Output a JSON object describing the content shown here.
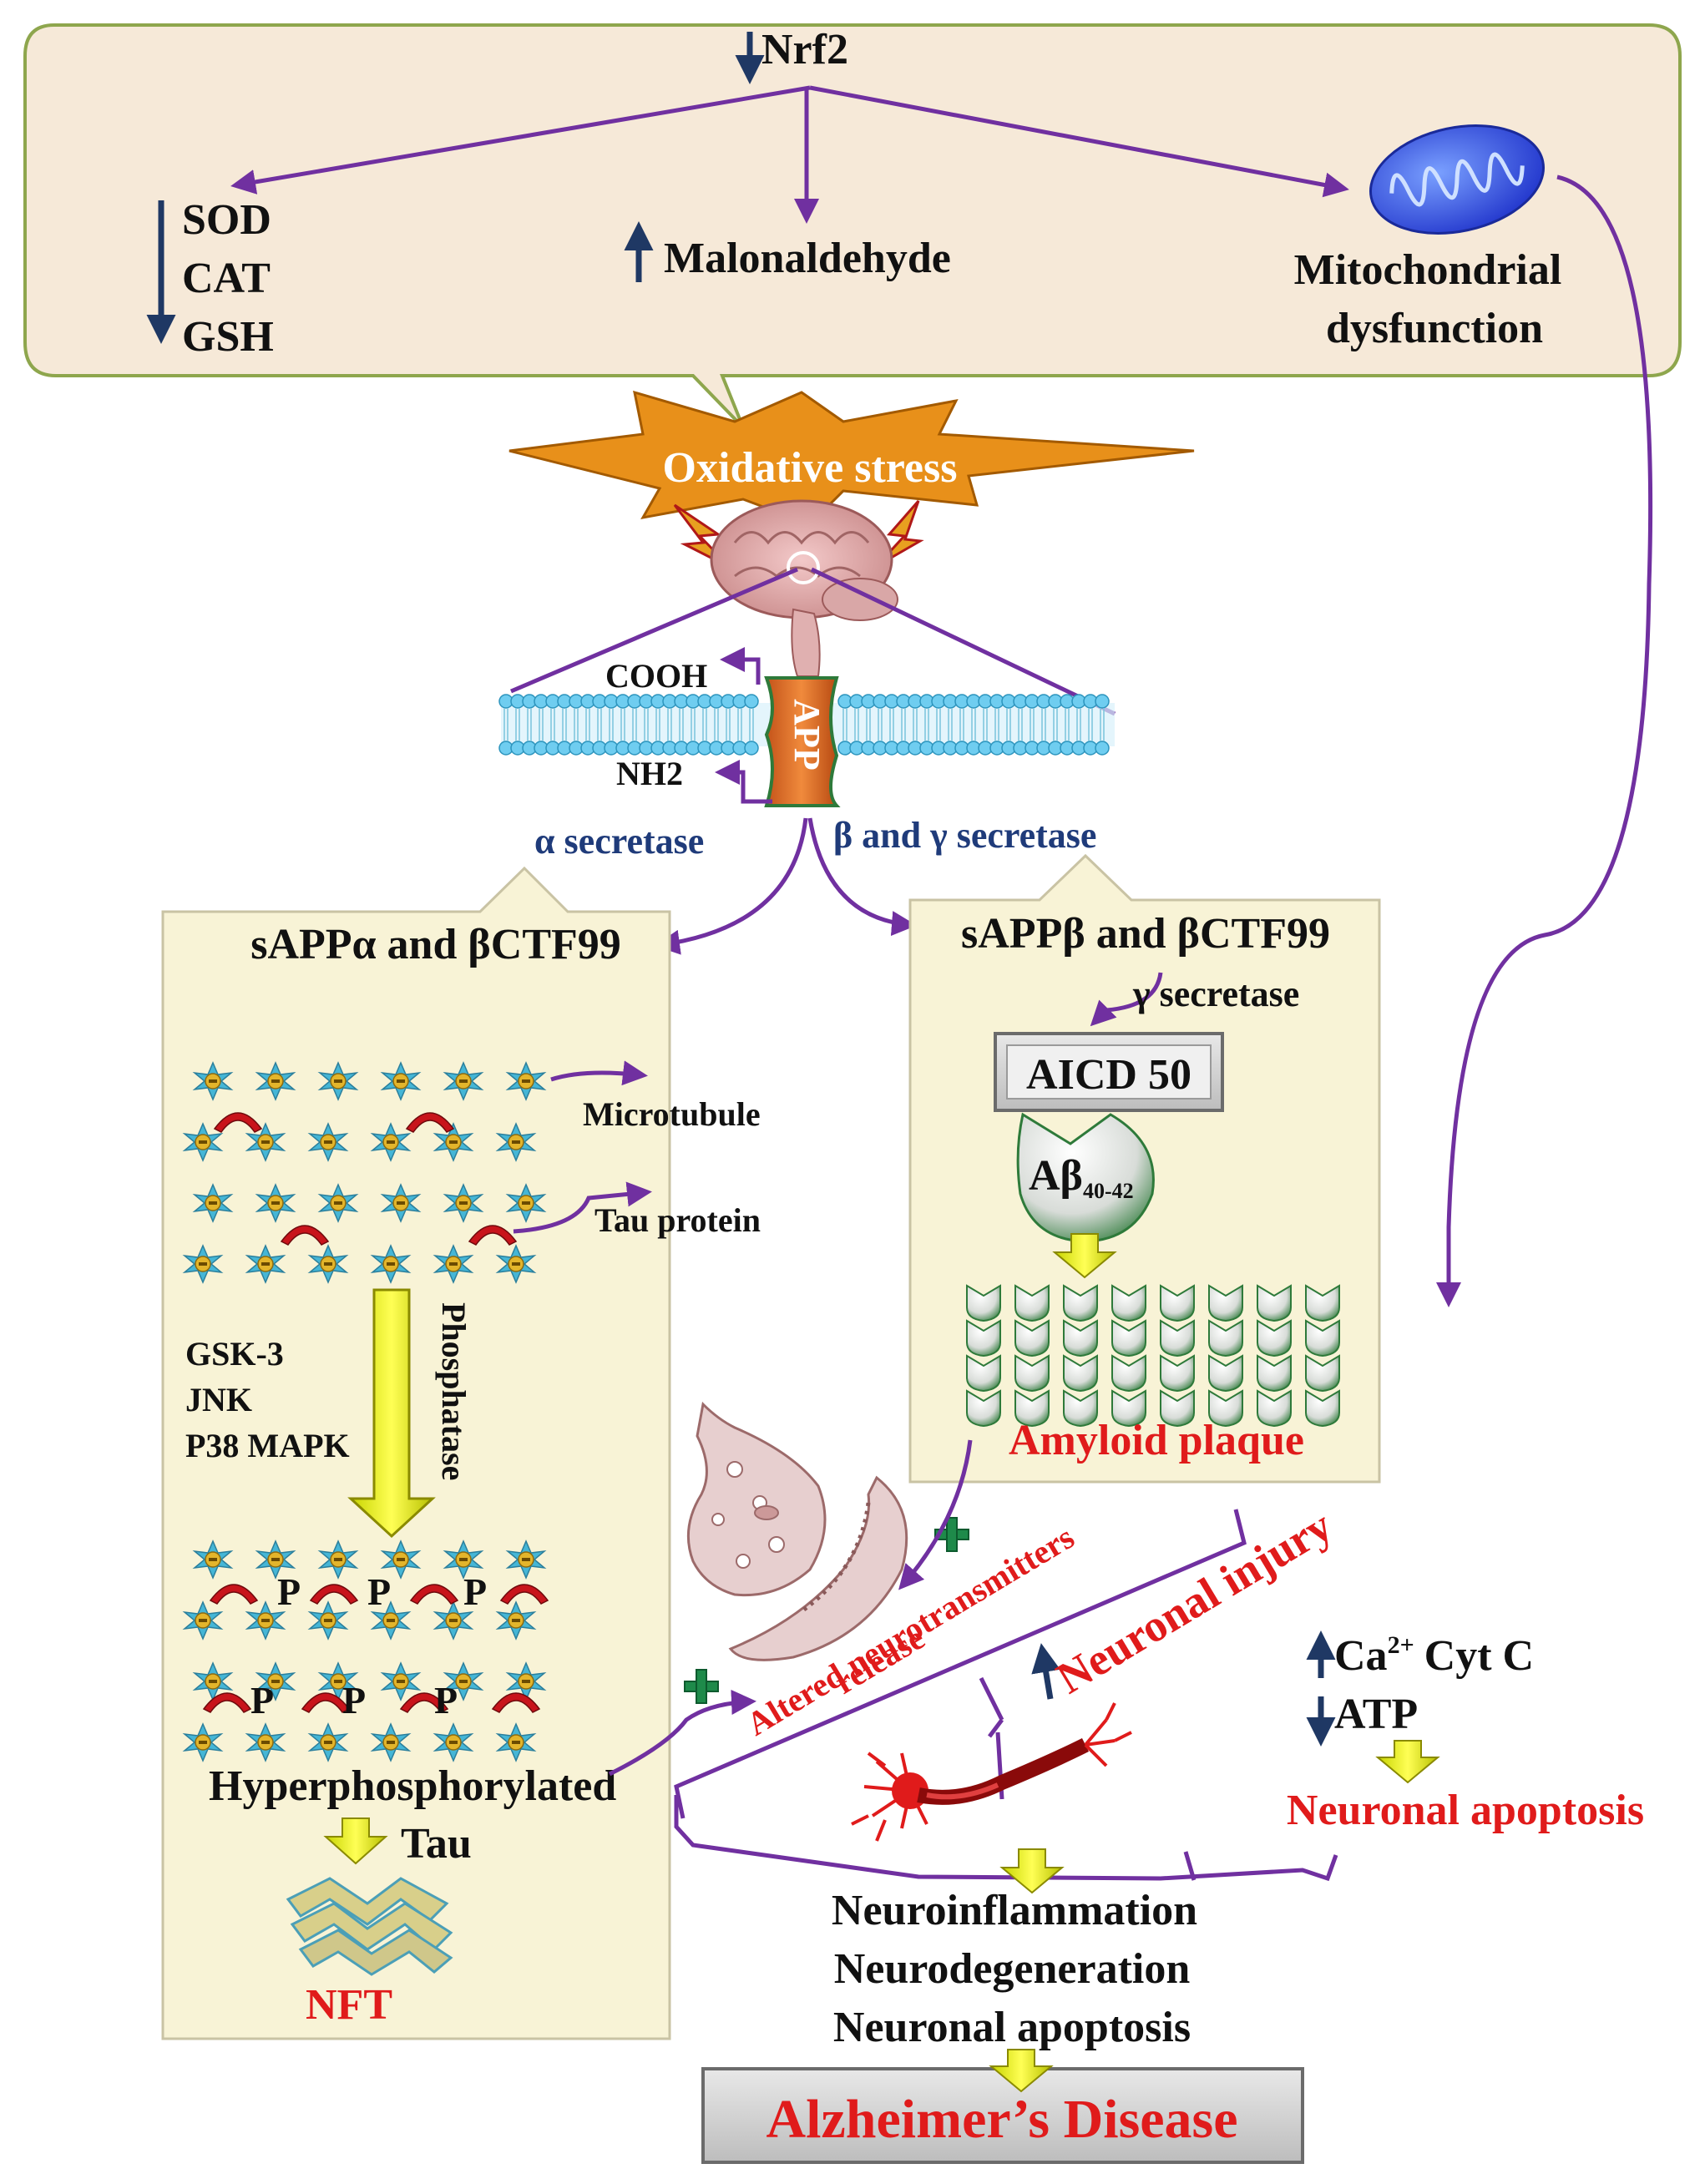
{
  "top": {
    "nrf2": "Nrf2",
    "antioxidants": [
      "SOD",
      "CAT",
      "GSH"
    ],
    "malonaldehyde": "Malonaldehyde",
    "mito_line1": "Mitochondrial",
    "mito_line2": "dysfunction"
  },
  "stress": {
    "label": "Oxidative stress"
  },
  "membrane": {
    "cooh": "COOH",
    "nh2": "NH2",
    "app": "APP"
  },
  "secretases": {
    "alpha": "α secretase",
    "beta_gamma": "β and γ secretase",
    "gamma": "γ secretase"
  },
  "left_box": {
    "title": "sAPPα and βCTF99",
    "microtubule": "Microtubule",
    "tau_protein": "Tau protein",
    "kinases": [
      "GSK-3",
      "JNK",
      "P38 MAPK"
    ],
    "phosphatase": "Phosphatase",
    "p_mark": "P",
    "hyper": "Hyperphosphorylated",
    "tau": "Tau",
    "nft": "NFT"
  },
  "right_box": {
    "title": "sAPPβ and βCTF99",
    "aicd": "AICD 50",
    "abeta_main": "Aβ",
    "abeta_sub": "40-42",
    "plaque": "Amyloid plaque"
  },
  "middle": {
    "altered_line1": "Altered neurotransmitters",
    "altered_line2": "release",
    "neuronal_injury": "Neuronal injury"
  },
  "apoptosis_side": {
    "ca": "Ca",
    "ca_sup": "2+",
    "cytc": "Cyt C",
    "atp": "ATP",
    "apoptosis": "Neuronal apoptosis"
  },
  "outcomes": [
    "Neuroinflammation",
    "Neurodegeneration",
    "Neuronal apoptosis"
  ],
  "final": "Alzheimer’s Disease",
  "colors": {
    "purple": "#7030a0",
    "navy": "#1f3864",
    "red": "#e01b1b",
    "panel": "#f6e9d8",
    "box": "#f8f3d6"
  }
}
